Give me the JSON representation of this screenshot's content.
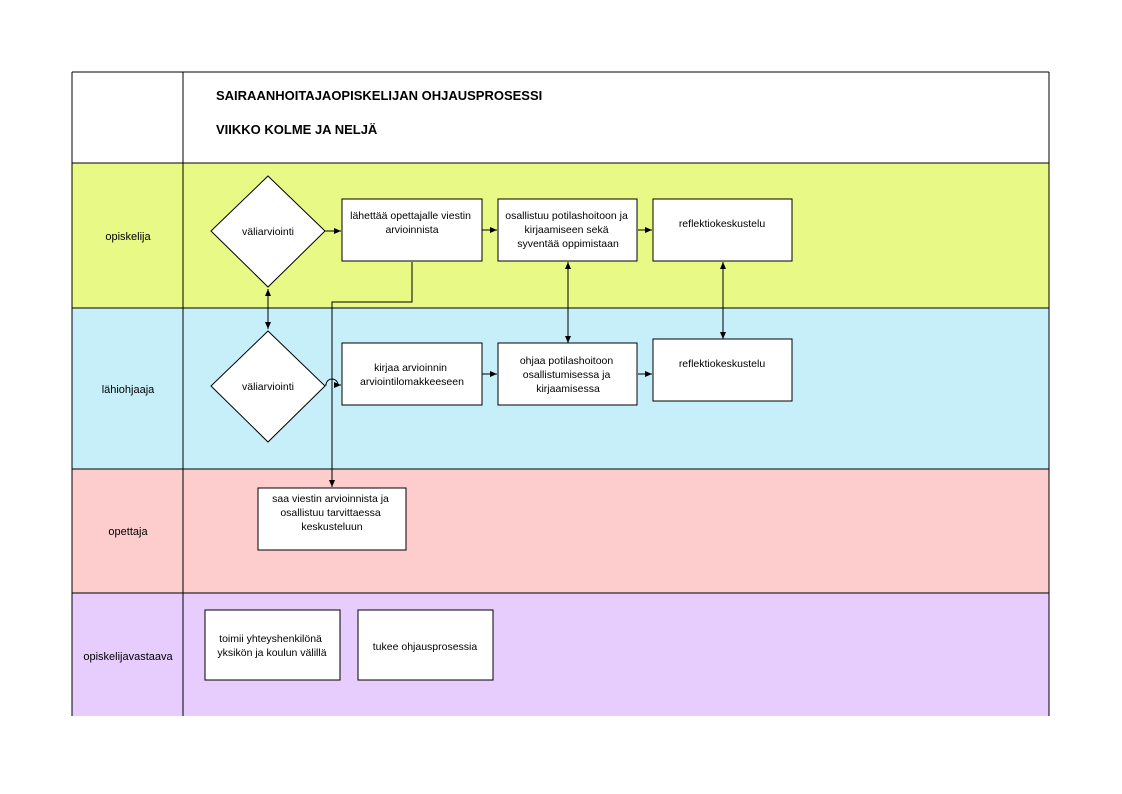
{
  "diagram": {
    "title_line1": "SAIRAANHOITAJAOPISKELIJAN OHJAUSPROSESSI",
    "title_line2": "VIIKKO KOLME JA NELJÄ",
    "colors": {
      "lane_opiskelija": "#e9f985",
      "lane_lahiohjaaja": "#c6eff9",
      "lane_opettaja": "#fdcdcd",
      "lane_opiskelijavastaava": "#e6cdfd",
      "border": "#000000",
      "node_fill": "#ffffff"
    },
    "lanes": [
      {
        "id": "opiskelija",
        "label": "opiskelija"
      },
      {
        "id": "lahiohjaaja",
        "label": "lähiohjaaja"
      },
      {
        "id": "opettaja",
        "label": "opettaja"
      },
      {
        "id": "opiskelijavastaava",
        "label": "opiskelijavastaava"
      }
    ],
    "nodes": {
      "d1": {
        "shape": "diamond",
        "lines": [
          "väliarviointi"
        ]
      },
      "b1": {
        "shape": "box",
        "lines": [
          "lähettää opettajalle viestin",
          "arvioinnista"
        ]
      },
      "b2": {
        "shape": "box",
        "lines": [
          "osallistuu potilashoitoon ja",
          "kirjaamiseen sekä",
          "syventää oppimistaan"
        ]
      },
      "b3": {
        "shape": "box",
        "lines": [
          "reflektiokeskustelu"
        ]
      },
      "d2": {
        "shape": "diamond",
        "lines": [
          "väliarviointi"
        ]
      },
      "b4": {
        "shape": "box",
        "lines": [
          "kirjaa arvioinnin",
          "arviointilomakkeeseen"
        ]
      },
      "b5": {
        "shape": "box",
        "lines": [
          "ohjaa potilashoitoon",
          "osallistumisessa ja",
          "kirjaamisessa"
        ]
      },
      "b6": {
        "shape": "box",
        "lines": [
          "reflektiokeskustelu"
        ]
      },
      "b7": {
        "shape": "box",
        "lines": [
          "saa viestin arvioinnista ja",
          "osallistuu tarvittaessa",
          "keskusteluun"
        ]
      },
      "b8": {
        "shape": "box",
        "lines": [
          "toimii yhteyshenkilönä",
          "yksikön ja koulun välillä"
        ]
      },
      "b9": {
        "shape": "box",
        "lines": [
          "tukee ohjausprosessia"
        ]
      }
    },
    "edges": [
      {
        "from": "d1",
        "to": "b1",
        "type": "arrow"
      },
      {
        "from": "b1",
        "to": "b2",
        "type": "arrow"
      },
      {
        "from": "b2",
        "to": "b3",
        "type": "arrow"
      },
      {
        "from": "d1",
        "to": "d2",
        "type": "bidirectional"
      },
      {
        "from": "b2",
        "to": "b5",
        "type": "bidirectional"
      },
      {
        "from": "b3",
        "to": "b6",
        "type": "bidirectional"
      },
      {
        "from": "d2",
        "to": "b4",
        "type": "arrow"
      },
      {
        "from": "b4",
        "to": "b5",
        "type": "arrow"
      },
      {
        "from": "b5",
        "to": "b6",
        "type": "arrow"
      },
      {
        "from": "b1",
        "to": "b7",
        "type": "arrow"
      }
    ]
  }
}
